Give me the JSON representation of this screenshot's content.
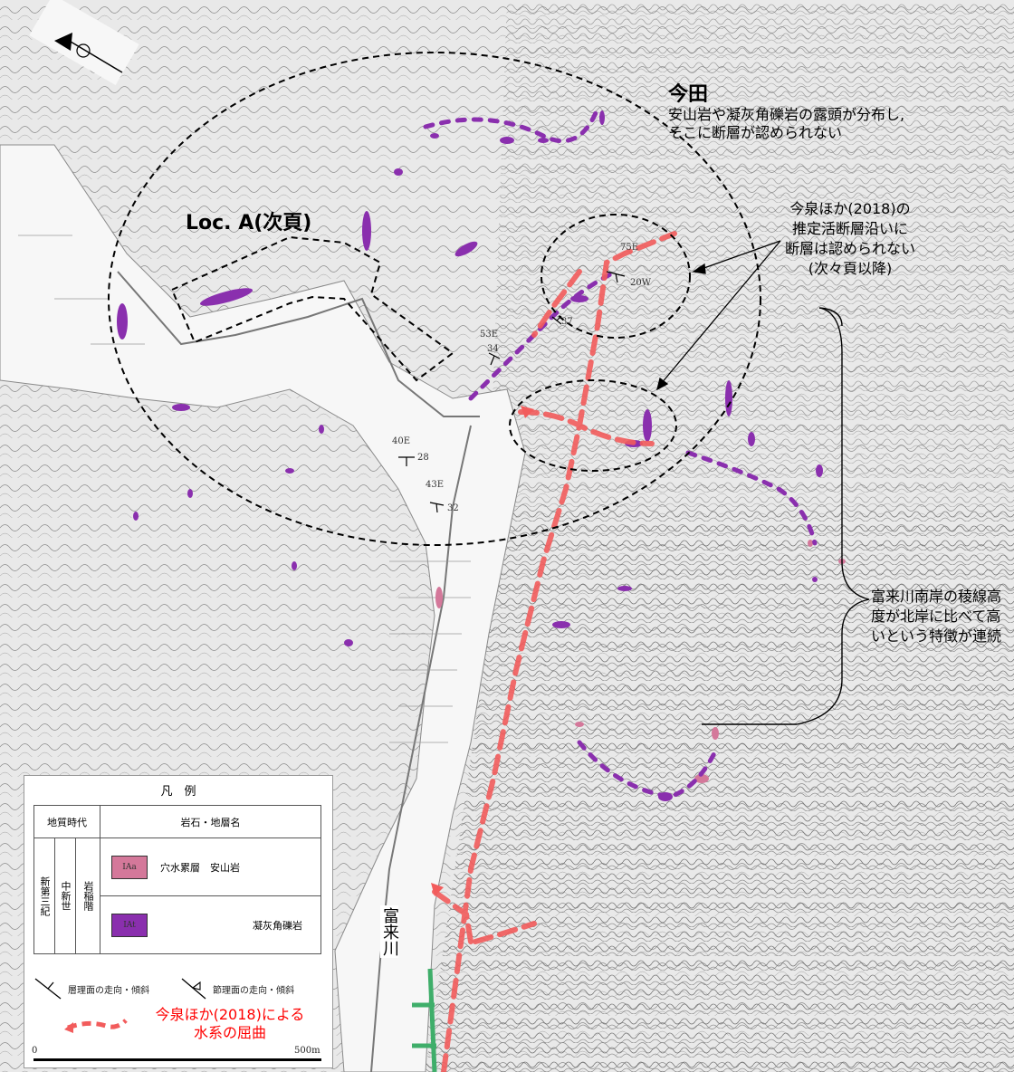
{
  "colors": {
    "contour": "#6b6b6b",
    "valley": "#4a4a4a",
    "andesite": "#d4789a",
    "tuff_breccia": "#8a2fae",
    "drainage_bend": "#f25c5c",
    "fault_marker": "#3fae6a",
    "annotation": "#000000",
    "legend_red_text": "#ff0000"
  },
  "icons": {
    "north_arrow": "north-arrow-icon"
  },
  "annotations": {
    "imada_title": "今田",
    "imada_desc_line1": "安山岩や凝灰角礫岩の露頭が分布し,",
    "imada_desc_line2": "そこに断層が認められない",
    "loc_a": "Loc. A(次頁)",
    "imaizumi_line1": "今泉ほか(2018)の",
    "imaizumi_line2": "推定活断層沿いに",
    "imaizumi_line3": "断層は認められない",
    "imaizumi_line4": "(次々頁以降)",
    "ridge_line1": "富来川南岸の稜線高",
    "ridge_line2": "度が北岸に比べて高",
    "ridge_line3": "いという特徴が連続",
    "river_name": "富来川"
  },
  "strike_dip_labels": [
    "75E",
    "20W",
    "53E",
    "34",
    "37",
    "40E",
    "28",
    "43E",
    "32"
  ],
  "legend": {
    "title": "凡　例",
    "col_geo_age": "地質時代",
    "col_rock": "岩石・地層名",
    "era": "新第三紀",
    "epoch": "中新世",
    "stage": "岩稲階",
    "unit_iaa_code": "IAa",
    "unit_iaa_name": "穴水累層　安山岩",
    "unit_iat_code": "IAt",
    "unit_iat_name": "凝灰角礫岩",
    "bedding_label": "層理面の走向・傾斜",
    "joint_label": "節理面の走向・傾斜",
    "drainage_label_line1": "今泉ほか(2018)による",
    "drainage_label_line2": "水系の屈曲",
    "scale_start": "0",
    "scale_end": "500m"
  }
}
